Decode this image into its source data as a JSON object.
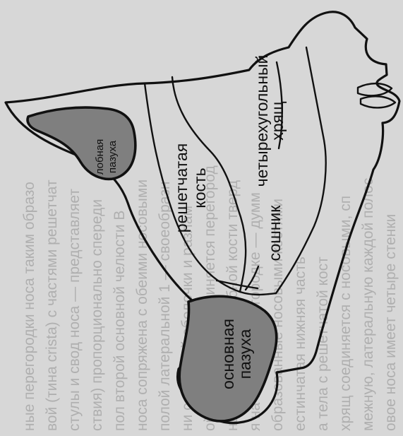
{
  "diagram": {
    "labels": {
      "frontal_sinus_line_1": "лобная",
      "frontal_sinus_line_2": "пазуха",
      "ethmoid_line_1": "решетчатая",
      "ethmoid_line_2": "кость",
      "quadrangular_line_1": "четырехугольный",
      "quadrangular_line_2": "хрящ",
      "vomer": "сошник",
      "sphenoid_sinus_line_1": "основная",
      "sphenoid_sinus_line_2": "пазуха"
    }
  },
  "background_text": {
    "lines": [
      "овое носа имеет четыре стенки",
      "межную, латеральную каждой полос",
      "хрящ соединяется с носовыми, сп",
      "а тела с решетчатой кост",
      "естинчатая нижняя часть",
      "образованные носовыми костями",
      "я на носовой перегородке — думм",
      "ным отростками небной кости тверд",
      "ой пластинкой соединяется перегород",
      "ни слизистой оболочки и разлам",
      "полой латеральной 1 — своеобразн",
      "носа сопряжена с обеими носовыми",
      "пол второй основной челюсти В",
      "ствия) пропорционально спереди",
      "стулы и свод носа — представляет",
      "вой (тина сrista) с частями решетчат",
      "ные перегородки носа таким образо"
    ]
  }
}
